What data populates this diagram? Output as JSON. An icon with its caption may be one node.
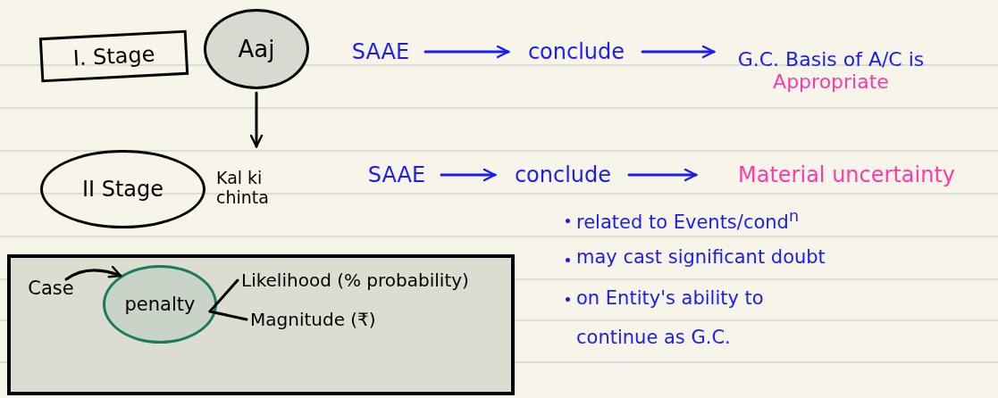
{
  "diagram": {
    "nodes": [
      {
        "text": [
          "I. Stage"
        ]
      },
      {
        "text": [
          "Aaj"
        ]
      },
      {
        "text": [
          "II Stage"
        ],
        "beside": [
          "Kal ki chinta"
        ]
      },
      {
        "text": [
          "SAAE"
        ]
      },
      {
        "text": [
          "conclude"
        ]
      },
      {
        "text": [
          "G.C. Basis of A/C is",
          "Appropriate"
        ]
      },
      {
        "text": [
          "SAAE"
        ]
      },
      {
        "text": [
          "conclude"
        ]
      },
      {
        "text": [
          "Material uncertainty"
        ]
      },
      {
        "text": [],
        "shape": "box"
      },
      {
        "text": [
          "Case"
        ],
        "in": 9
      },
      {
        "text": [
          "penalty"
        ],
        "in": 9
      },
      {
        "text": [
          "Likelihood (% probability)"
        ],
        "in": 9
      },
      {
        "text": [
          "Magnitude (₹)"
        ],
        "in": 9
      }
    ],
    "edges": [
      {
        "from": 1,
        "to": 2,
        "arrow": "to",
        "color": "#000000"
      },
      {
        "from": 3,
        "to": 4,
        "arrow": "to",
        "color": "#1b1bf5"
      },
      {
        "from": 4,
        "to": 5,
        "arrow": "to",
        "color": "#1b1bf5"
      },
      {
        "from": 6,
        "to": 7,
        "arrow": "to",
        "color": "#1b1bf5"
      },
      {
        "from": 7,
        "to": 8,
        "arrow": "to",
        "color": "#1b1bf5"
      },
      {
        "from": 10,
        "to": 11,
        "arrow": "to",
        "color": "#000000"
      },
      {
        "from": 11,
        "to": 12,
        "arrow": "none",
        "color": "#000000"
      },
      {
        "from": 11,
        "to": 13,
        "arrow": "none",
        "color": "#000000"
      }
    ],
    "labels": [
      "related to Events/cond$^{n}$",
      "may cast significant doubt",
      "on Entity's ability to continue as G.C."
    ]
  }
}
